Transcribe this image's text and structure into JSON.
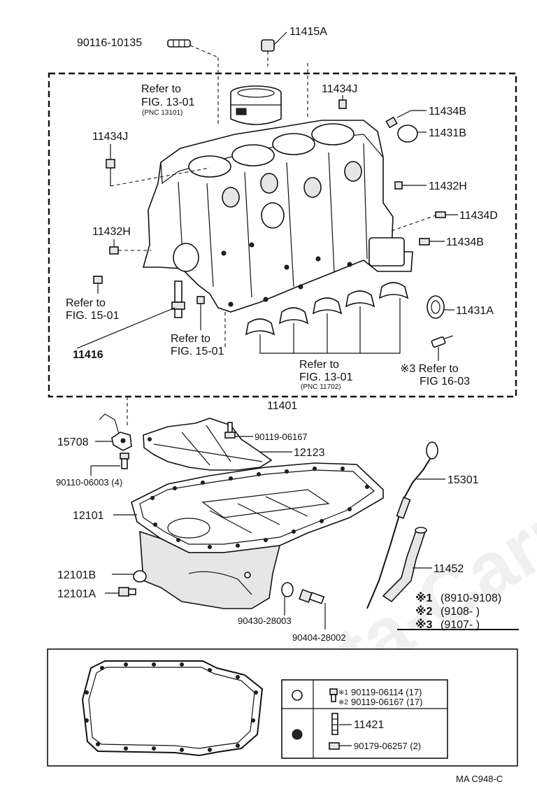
{
  "watermark": "Toyota-Carparts.ru",
  "labels": {
    "p90116_10135": "90116-10135",
    "p11415A": "11415A",
    "refer_piston_1": "Refer to",
    "refer_piston_2": "FIG. 13-01",
    "refer_piston_pnc": "(PNC 13101)",
    "p11434J_top": "11434J",
    "p11434B_top": "11434B",
    "p11431B": "11431B",
    "p11434J_left": "11434J",
    "p11432H_right": "11432H",
    "p11434D": "11434D",
    "p11432H_left": "11432H",
    "p11434B_right": "11434B",
    "refer_15_left_1": "Refer to",
    "refer_15_left_2": "FIG. 15-01",
    "p11431A": "11431A",
    "p11416": "11416",
    "refer_15_mid_1": "Refer to",
    "refer_15_mid_2": "FIG. 15-01",
    "refer_bearing_1": "Refer to",
    "refer_bearing_2": "FIG. 13-01",
    "refer_bearing_pnc": "(PNC 11702)",
    "refer_16_1": "※3 Refer to",
    "refer_16_2": "FIG 16-03",
    "p11401": "11401",
    "p15708": "15708",
    "p90119_06167": "90119-06167",
    "p12123": "12123",
    "p90110_06003": "90110-06003 (4)",
    "p15301": "15301",
    "p12101": "12101",
    "p11452": "11452",
    "p12101B": "12101B",
    "p12101A": "12101A",
    "p90430_28003": "90430-28003",
    "p90404_28002": "90404-28002",
    "footer": "MA C948-C"
  },
  "applicability": [
    {
      "mark": "※1",
      "range": "(8910-9108)"
    },
    {
      "mark": "※2",
      "range": "(9108-       )"
    },
    {
      "mark": "※3",
      "range": "(9107-       )"
    }
  ],
  "legend": {
    "open_row": [
      {
        "mark": "※1",
        "part": "90119-06114 (17)"
      },
      {
        "mark": "※2",
        "part": "90119-06167 (17)"
      }
    ],
    "filled_row": [
      {
        "part": "11421"
      },
      {
        "part": "90179-06257 (2)"
      }
    ]
  }
}
